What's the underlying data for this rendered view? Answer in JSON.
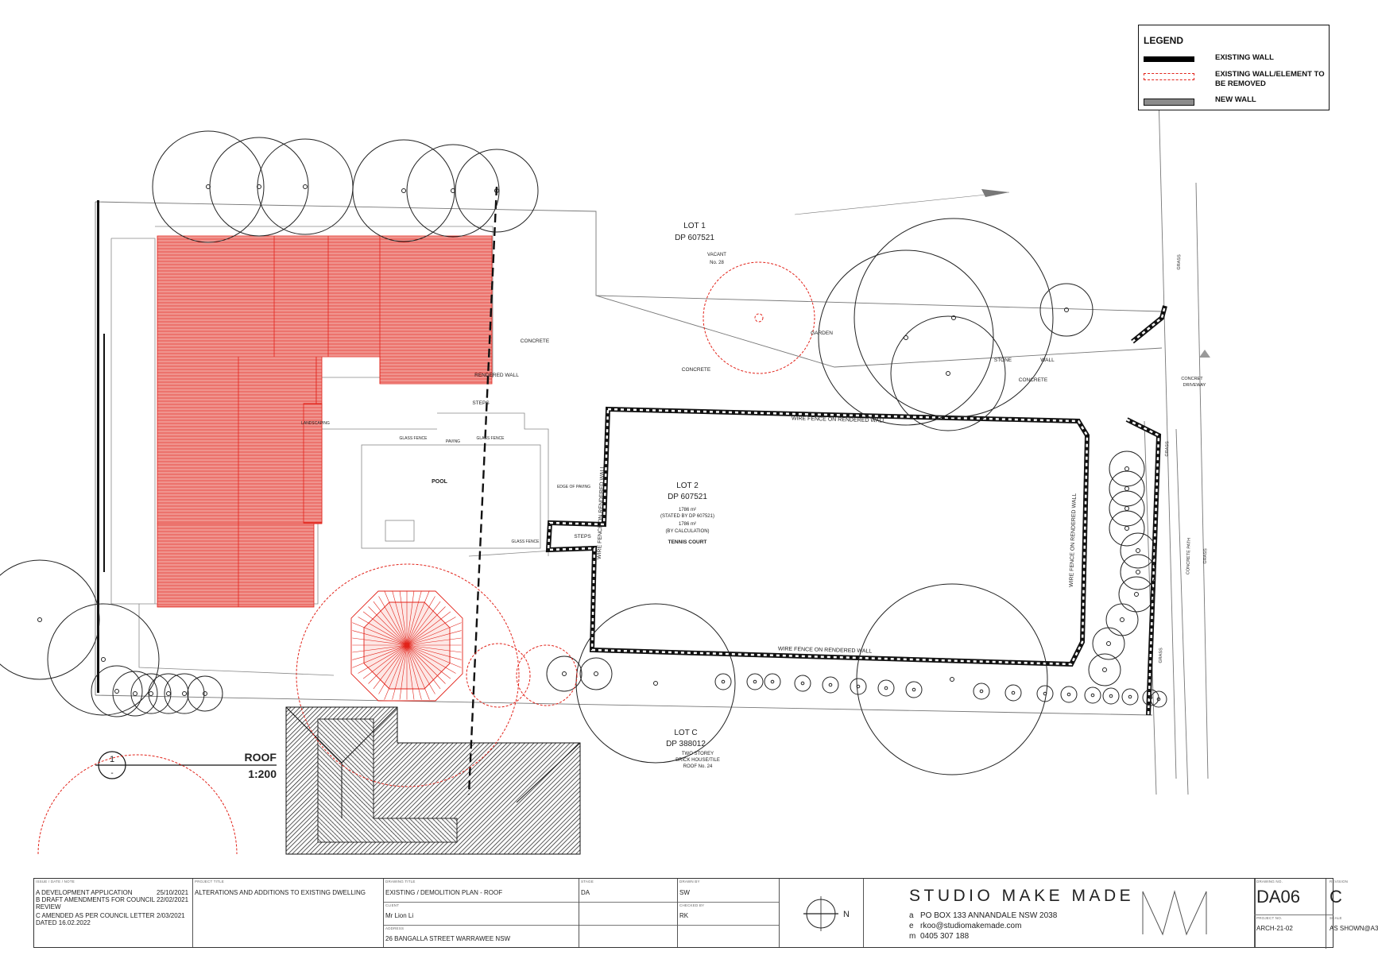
{
  "legend": {
    "title": "LEGEND",
    "items": [
      {
        "id": "existing",
        "label": "EXISTING WALL"
      },
      {
        "id": "remove",
        "label": "EXISTING WALL/ELEMENT TO BE REMOVED"
      },
      {
        "id": "new",
        "label": "NEW WALL"
      }
    ]
  },
  "colors": {
    "remove": "#e2231a",
    "existing": "#000000",
    "new": "#8c8c8c"
  },
  "site": {
    "lot1": {
      "name": "LOT 1",
      "dp": "DP 607521",
      "status": "VACANT",
      "number": "No. 28"
    },
    "lot2": {
      "name": "LOT 2",
      "dp": "DP 607521",
      "area1": "1786 m²",
      "area1_note": "(STATED BY DP 607521)",
      "area2": "1786 m²",
      "area2_note": "(BY CALCULATION)",
      "use": "TENNIS COURT"
    },
    "lotc": {
      "name": "LOT C",
      "dp": "DP 388012",
      "desc1": "TWO STOREY",
      "desc2": "BRICK HOUSE/TILE",
      "desc3": "ROOF No. 24"
    },
    "labels": {
      "concrete": "CONCRETE",
      "rendered_wall": "RENDERED WALL",
      "steps": "STEPS",
      "landscaping": "LANDSCAPING",
      "glass_fence": "GLASS FENCE",
      "paving": "PAVING",
      "pool": "POOL",
      "edge_of_paving": "EDGE OF PAVING",
      "garden": "GARDEN",
      "stone": "STONE",
      "wall": "WALL",
      "concret_driveway_1": "CONCRET",
      "concret_driveway_2": "DRIVEWAY",
      "wire_fence": "WIRE FENCE ON RENDERED WALL",
      "grass": "GRASS",
      "concrete_path": "CONCRETE PATH"
    }
  },
  "section": {
    "number": "1",
    "sub": "-",
    "title": "ROOF",
    "scale": "1:200"
  },
  "north": {
    "label": "N"
  },
  "titleblock": {
    "issue_label": "ISSUE / DATE / NOTE",
    "issues": [
      {
        "text": "A DEVELOPMENT APPLICATION",
        "date": "25/10/2021"
      },
      {
        "text": "B DRAFT AMENDMENTS FOR COUNCIL",
        "date": "22/02/2021"
      },
      {
        "text": "REVIEW",
        "date": ""
      },
      {
        "text": "C AMENDED AS PER COUNCIL LETTER",
        "date": "2/03/2021"
      },
      {
        "text": "DATED 16.02.2022",
        "date": ""
      }
    ],
    "project_label": "PROJECT TITLE",
    "project": "ALTERATIONS AND ADDITIONS TO EXISTING DWELLING",
    "drawing_title_label": "DRAWING TITLE",
    "drawing_title": "EXISTING / DEMOLITION PLAN - ROOF",
    "client_label": "CLIENT",
    "client": "Mr Lion Li",
    "address_label": "ADDRESS",
    "address": "26 BANGALLA STREET WARRAWEE NSW",
    "stage_label": "STAGE",
    "stage": "DA",
    "drawn_label": "DRAWN BY",
    "drawn": "SW",
    "checked_label": "CHECKED BY",
    "checked": "RK",
    "studio": "STUDIO MAKE MADE",
    "contact": [
      {
        "k": "a",
        "v": "PO BOX 133 ANNANDALE NSW 2038"
      },
      {
        "k": "e",
        "v": "rkoo@studiomakemade.com"
      },
      {
        "k": "m",
        "v": "0405 307 188"
      }
    ],
    "drawing_no_label": "DRAWING NO.",
    "drawing_no": "DA06",
    "revision_label": "REVISION",
    "revision": "C",
    "project_no_label": "PROJECT NO.",
    "project_no": "ARCH-21-02",
    "scale_label": "SCALE",
    "scale": "AS SHOWN@A3"
  }
}
